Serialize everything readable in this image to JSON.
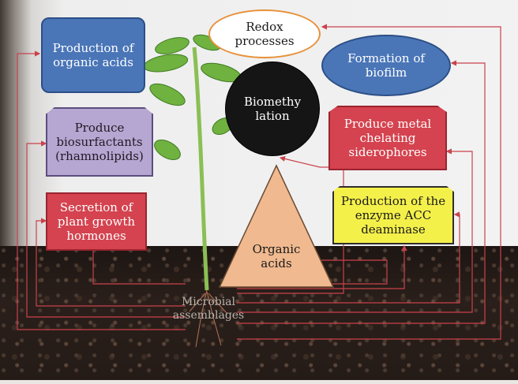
{
  "nodes": {
    "redox": "Redox processes",
    "organic_acids_production": "Production of organic acids",
    "formation_biofilm": "Formation of biofilm",
    "biomethylation": "Biomethy lation",
    "biosurfactants": "Produce biosurfactants (rhamnolipids)",
    "siderophores": "Produce metal chelating siderophores",
    "hormones": "Secretion of plant growth hormones",
    "acc_deaminase": "Production of the enzyme ACC deaminase",
    "organic_acids": "Organic acids",
    "microbial": "Microbial assemblages"
  },
  "colors": {
    "blue": "#4a76b8",
    "purple": "#b6a6d2",
    "red": "#d4434f",
    "yellow": "#f4f04a",
    "black": "#151515",
    "peach": "#f0b98f",
    "arrow": "#c9424c"
  }
}
